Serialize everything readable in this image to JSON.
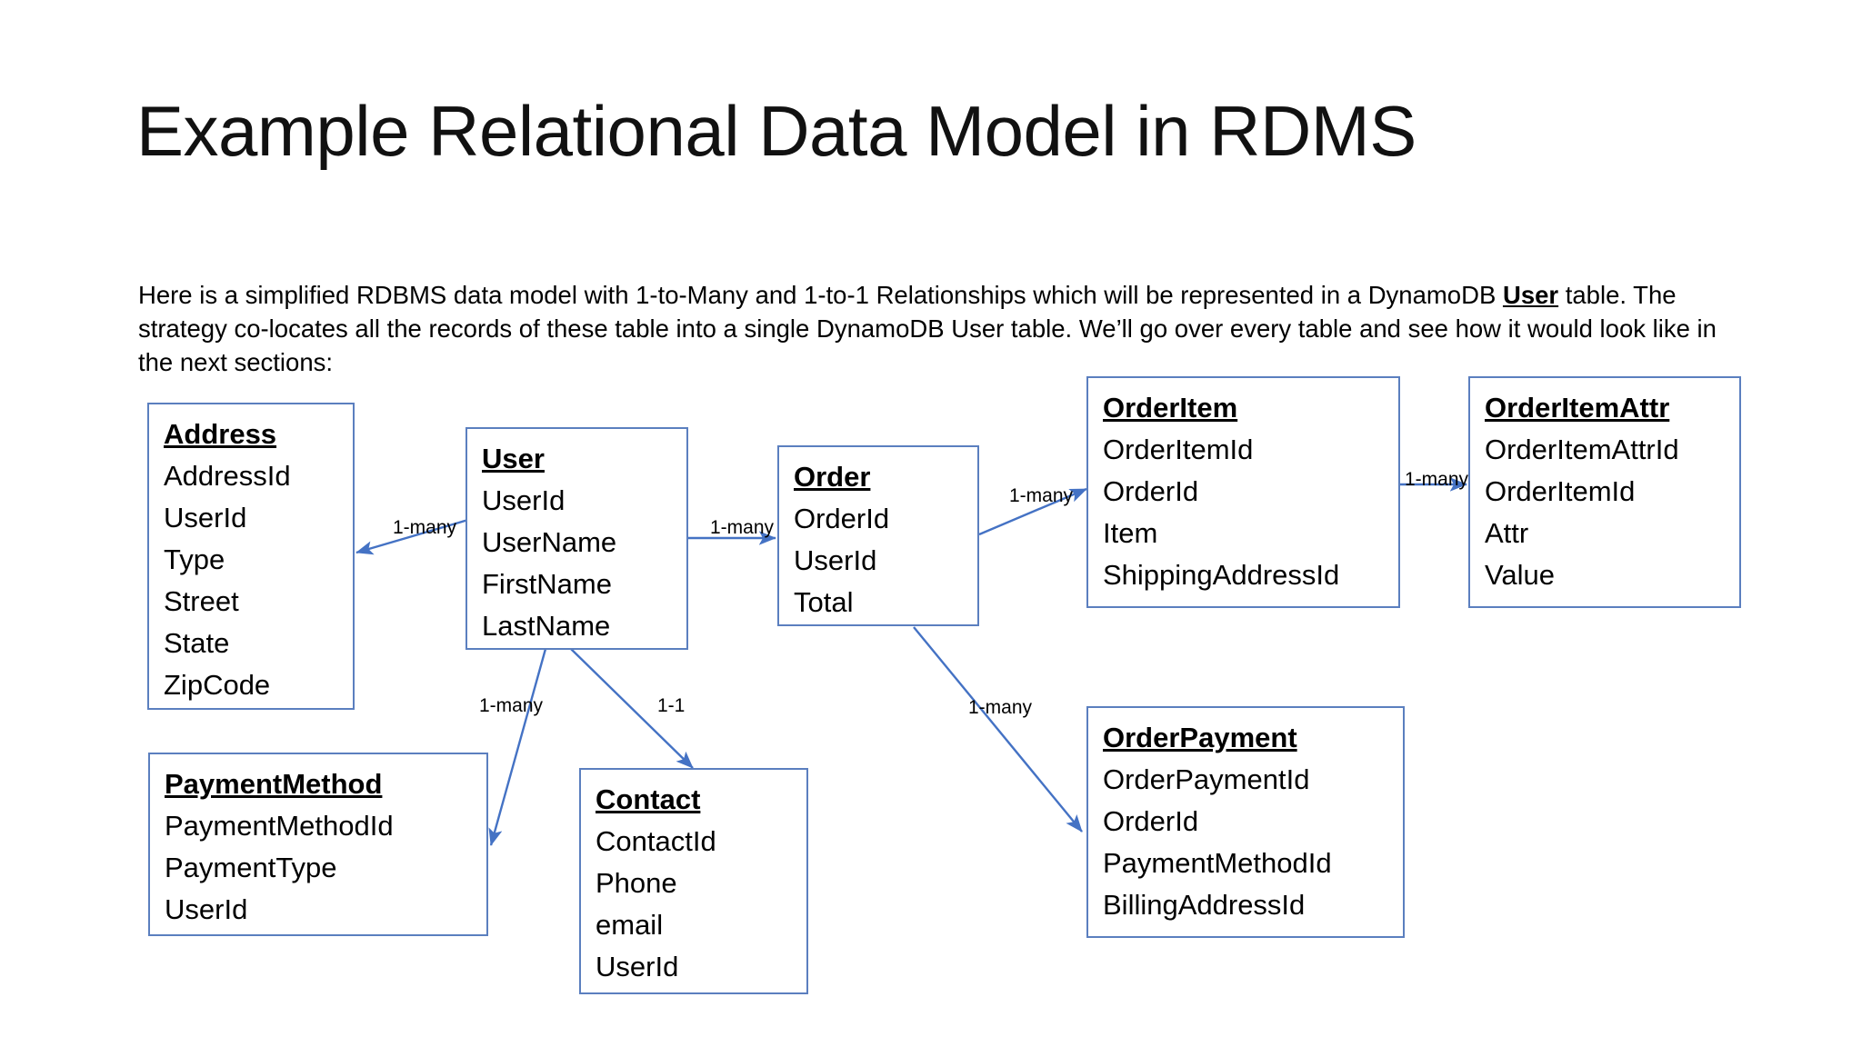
{
  "slide": {
    "title": "Example Relational Data Model in RDMS",
    "intro": {
      "part1": "Here is a simplified RDBMS data model with 1-to-Many and 1-to-1 Relationships which will be represented in a DynamoDB ",
      "emphasis": "User",
      "part2": " table.  The strategy co-locates all the records of these table into a single DynamoDB User table.  We’ll go over every table and see how it would look like in the next sections:"
    },
    "colors": {
      "box_border": "#5b7fbf",
      "arrow": "#4472c4",
      "text": "#000000",
      "background": "#ffffff"
    }
  },
  "diagram": {
    "type": "entity-relationship",
    "entities": [
      {
        "id": "address",
        "name": "Address",
        "fields": [
          "AddressId",
          "UserId",
          "Type",
          "Street",
          "State",
          "ZipCode"
        ]
      },
      {
        "id": "user",
        "name": "User",
        "fields": [
          "UserId",
          "UserName",
          "FirstName",
          "LastName"
        ]
      },
      {
        "id": "order",
        "name": "Order",
        "fields": [
          "OrderId",
          "UserId",
          "Total"
        ]
      },
      {
        "id": "orderitem",
        "name": "OrderItem",
        "fields": [
          "OrderItemId",
          "OrderId",
          "Item",
          "ShippingAddressId"
        ]
      },
      {
        "id": "orderitemattr",
        "name": "OrderItemAttr",
        "fields": [
          "OrderItemAttrId",
          "OrderItemId",
          "Attr",
          "Value"
        ]
      },
      {
        "id": "paymentmethod",
        "name": "PaymentMethod",
        "fields": [
          "PaymentMethodId",
          "PaymentType",
          "UserId"
        ]
      },
      {
        "id": "contact",
        "name": "Contact",
        "fields": [
          "ContactId",
          "Phone",
          "email",
          "UserId"
        ]
      },
      {
        "id": "orderpayment",
        "name": "OrderPayment",
        "fields": [
          "OrderPaymentId",
          "OrderId",
          "PaymentMethodId",
          "BillingAddressId"
        ]
      }
    ],
    "relationships": [
      {
        "id": "user-address",
        "from": "user",
        "to": "address",
        "label": "1-many"
      },
      {
        "id": "user-order",
        "from": "user",
        "to": "order",
        "label": "1-many"
      },
      {
        "id": "user-paymentmethod",
        "from": "user",
        "to": "paymentmethod",
        "label": "1-many"
      },
      {
        "id": "user-contact",
        "from": "user",
        "to": "contact",
        "label": "1-1"
      },
      {
        "id": "order-orderitem",
        "from": "order",
        "to": "orderitem",
        "label": "1-many"
      },
      {
        "id": "order-orderpayment",
        "from": "order",
        "to": "orderpayment",
        "label": "1-many"
      },
      {
        "id": "orderitem-attr",
        "from": "orderitem",
        "to": "orderitemattr",
        "label": "1-many"
      }
    ]
  }
}
